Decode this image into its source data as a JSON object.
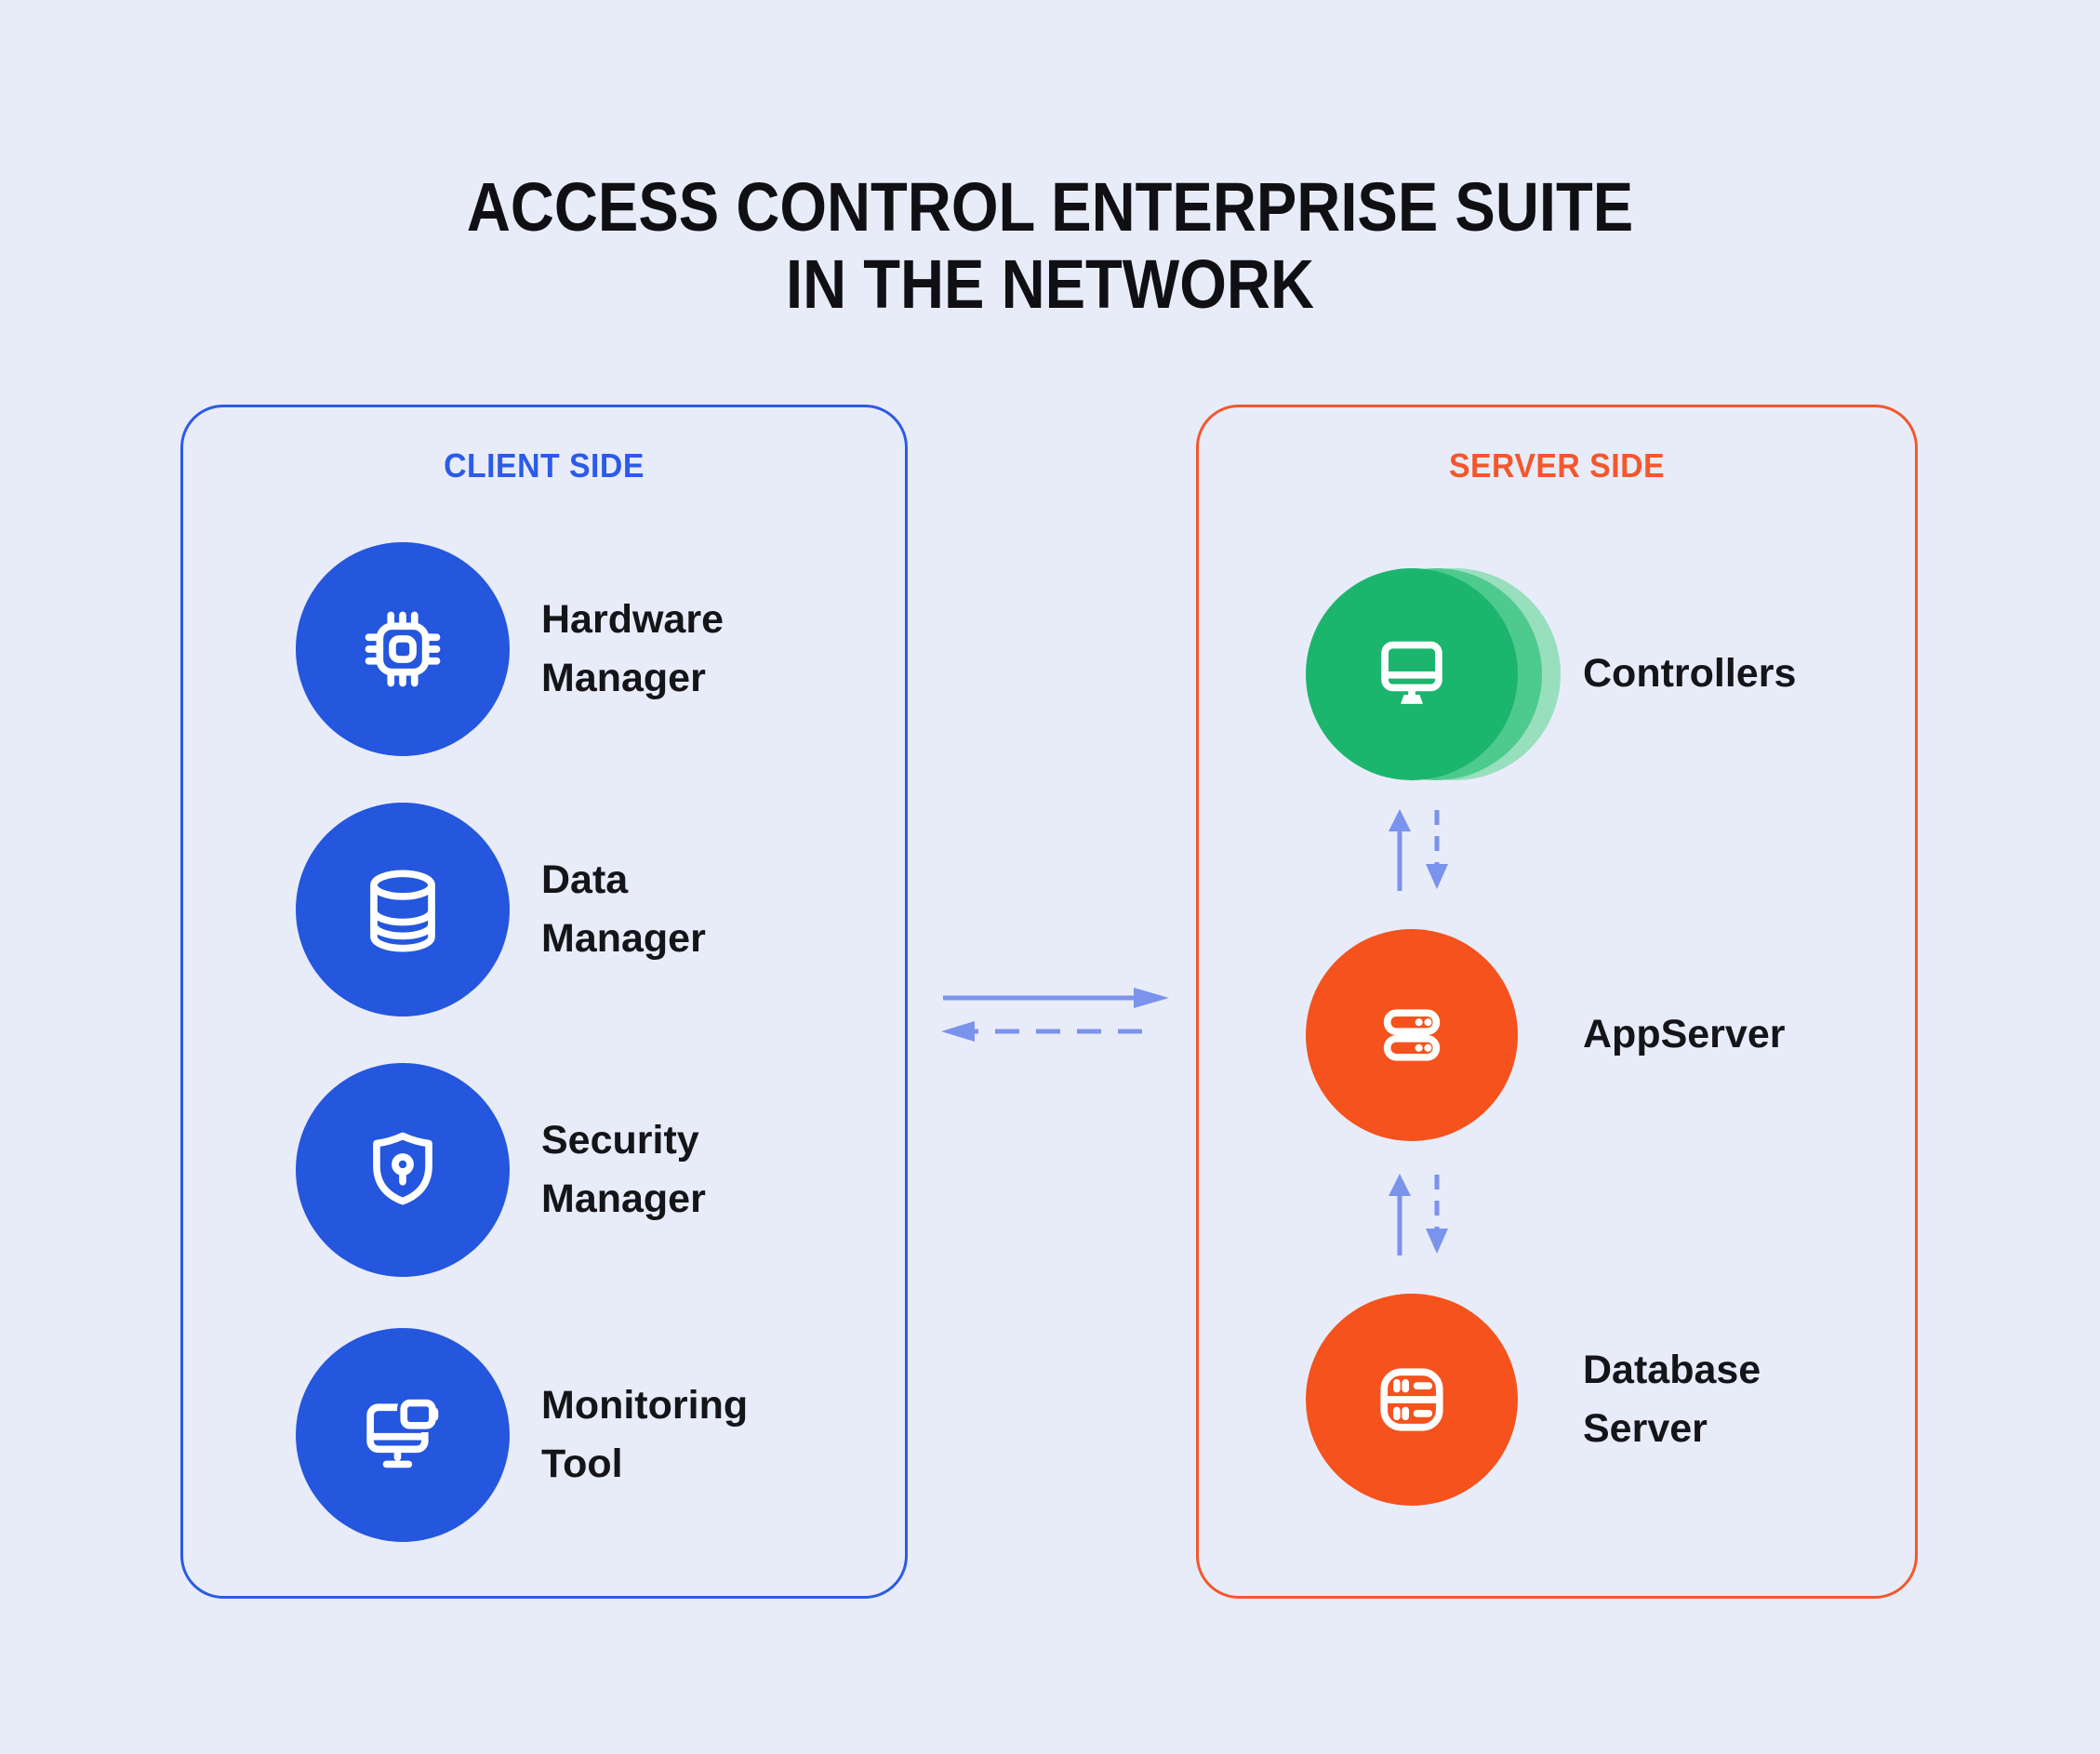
{
  "title": {
    "line1": "ACCESS CONTROL ENTERPRISE SUITE",
    "line2": "IN THE NETWORK"
  },
  "client_panel": {
    "header": "CLIENT SIDE",
    "items": [
      {
        "line1": "Hardware",
        "line2": "Manager",
        "icon": "chip-icon"
      },
      {
        "line1": "Data",
        "line2": "Manager",
        "icon": "database-icon"
      },
      {
        "line1": "Security",
        "line2": "Manager",
        "icon": "shield-keyhole-icon"
      },
      {
        "line1": "Monitoring",
        "line2": "Tool",
        "icon": "monitor-overlay-icon"
      }
    ]
  },
  "server_panel": {
    "header": "SERVER SIDE",
    "items": [
      {
        "line1": "Controllers",
        "line2": "",
        "icon": "desktop-icon",
        "circle_color": "#1CB56E"
      },
      {
        "line1": "AppServer",
        "line2": "",
        "icon": "server-rack-icon",
        "circle_color": "#F5521D"
      },
      {
        "line1": "Database",
        "line2": "Server",
        "icon": "database-server-icon",
        "circle_color": "#F5521D"
      }
    ]
  },
  "connections": [
    {
      "from": "client-panel",
      "to": "server-panel",
      "style": "solid-right-and-dashed-left"
    },
    {
      "from": "controllers",
      "to": "appserver",
      "style": "solid-up-and-dashed-down"
    },
    {
      "from": "appserver",
      "to": "database-server",
      "style": "solid-up-and-dashed-down"
    }
  ],
  "colors": {
    "background": "#E8ECF9",
    "client_blue": "#2456DE",
    "client_border_blue": "#2A5BE6",
    "client_header_blue": "#2B5BE8",
    "server_orange": "#F5521D",
    "server_border_orange": "#F4572B",
    "controllers_green": "#1CB56E",
    "arrow_blue": "#7A93EC",
    "text_dark": "#141419"
  }
}
